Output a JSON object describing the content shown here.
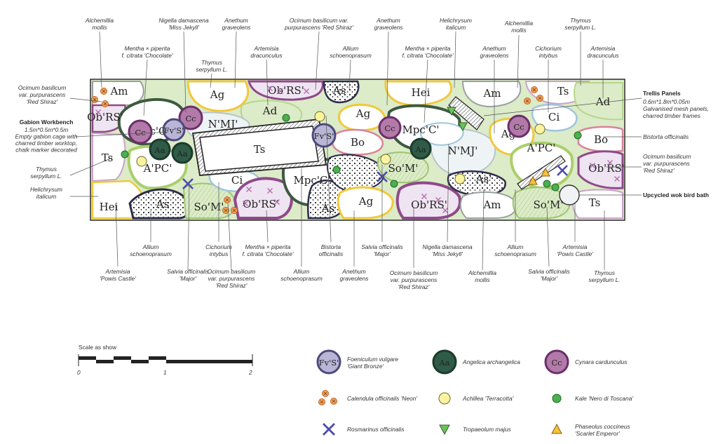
{
  "plan": {
    "beds": [
      {
        "code": "Am",
        "fill": "#ffffff",
        "stroke": "#9aa0a0"
      },
      {
        "code": "Ob'RS'",
        "fill": "#efe4f1",
        "stroke": "#8e4a8a"
      },
      {
        "code": "Mpc'C'",
        "fill": "#ffffff",
        "stroke": "#3d5a40"
      },
      {
        "code": "Cc",
        "fill": "#b27aa8",
        "stroke": "#6b2e6a"
      },
      {
        "code": "Ts",
        "fill": "#ffffff",
        "stroke": "#c9a3c8"
      },
      {
        "code": "Ag",
        "fill": "#ffffff",
        "stroke": "#f0c93a"
      },
      {
        "code": "N'MJ'",
        "fill": "#eef3f6",
        "stroke": "#b9c4ca"
      },
      {
        "code": "Fv'S'",
        "fill": "#b9b5d6",
        "stroke": "#4c4a7a"
      },
      {
        "code": "Aa",
        "fill": "#2f5c48",
        "stroke": "#1d3a2c"
      },
      {
        "code": "A'PC'",
        "fill": "#ffffff",
        "stroke": "#a9cf6a"
      },
      {
        "code": "Hei",
        "fill": "#ffffff",
        "stroke": "#f0c93a"
      },
      {
        "code": "As",
        "fill": "#ffffff",
        "stroke": "#2c2c4a"
      },
      {
        "code": "Ci",
        "fill": "#ffffff",
        "stroke": "#9fc6dc"
      },
      {
        "code": "So'M'",
        "fill": "#dcebc8",
        "stroke": "#9cc46e"
      },
      {
        "code": "Ad",
        "fill": "#dcebc8",
        "stroke": "#b7d68d"
      },
      {
        "code": "Bo",
        "fill": "#ffffff",
        "stroke": "#d9839a"
      }
    ],
    "bench_label": "Ts",
    "labels": {
      "top": [
        "Alchemillia\nmollis",
        "Nigella damascena\n'Miss Jekyll'",
        "Anethum\ngraveolens",
        "Ocimum basilicum var.\npurpurascens 'Red Shiraz'",
        "Anethum\ngraveolens",
        "Helichrysum\nitalicum",
        "Alchemillia\nmollis",
        "Thymus\nserpyllum L.",
        "Mentha × piperita\nf. citrata 'Chocolate'",
        "Thymus\nserpyllum L.",
        "Artemisia\ndracunculus",
        "Allium\nschoenoprasum",
        "Mentha × piperita\nf. citrata 'Chocolate'",
        "Anethum\ngraveolens",
        "Cichorium\nintybus",
        "Artemisia\ndracunculus"
      ],
      "left": [
        "Ocimum basilicum\nvar. purpurascens\n'Red Shiraz'",
        "Thymus\nserpyllum L.",
        "Helichrysum\nitalicum"
      ],
      "gabion_title": "Gabion Workbench",
      "gabion_desc": "1.5m*0.5m*0.5m\nEmpty gabion cage with\ncharred timber worktop,\nchalk marker decorated",
      "trellis_title": "Trellis Panels",
      "trellis_desc": "0.6m*1.8m*0.05m\nGalvanised mesh panels,\ncharred timber frames",
      "right": [
        "Bistorta officinalis",
        "Ocimum basilicum\nvar. purpurascens\n'Red Shiraz'"
      ],
      "wok": "Upcycled wok bird bath",
      "bottom": [
        "Artemisia\n'Powis Castle'",
        "Allium\nschoenoprasum",
        "Salvia officinalis\n'Major'",
        "Cichorium\nintybus",
        "Ocimum basilicum\nvar. purpurascens\n'Red Shiraz'",
        "Mentha × piperita\nf. citrata 'Chocolate'",
        "Allium\nschoenoprasum",
        "Bistorta\nofficinalis",
        "Anethum\ngraveolens",
        "Salvia officinalis\n'Major'",
        "Ocimum basilicum\nvar. purpurascens\n'Red Shiraz'",
        "Nigella damascena\n'Miss Jekyll'",
        "Alchemillia\nmollis",
        "Allium\nschoenoprasum",
        "Salvia officinalis\n'Major'",
        "Artemisia\n'Powis Castle'",
        "Thymus\nserpyllum L."
      ]
    }
  },
  "scale": {
    "title": "Scale as show",
    "ticks": [
      "0",
      "1",
      "2"
    ]
  },
  "legend": [
    {
      "symbol": "Fv'S'",
      "shape": "big-circle",
      "fill": "#b9b5d6",
      "stroke": "#4c4a7a",
      "label": "Foeniculum vulgare\n'Giant Bronze'"
    },
    {
      "symbol": "Aa",
      "shape": "big-circle",
      "fill": "#2f5c48",
      "stroke": "#1d3a2c",
      "label": "Angelica archangelica"
    },
    {
      "symbol": "Cc",
      "shape": "big-circle",
      "fill": "#b27aa8",
      "stroke": "#6b2e6a",
      "label": "Cynara cardunculus"
    },
    {
      "symbol": "",
      "shape": "orange-dots",
      "fill": "#f0a35a",
      "stroke": "#c2611c",
      "label": "Calendula officinalis 'Neon'"
    },
    {
      "symbol": "",
      "shape": "yellow-circle",
      "fill": "#fbf3a0",
      "stroke": "#6a6a2a",
      "label": "Achillea 'Terracotta'"
    },
    {
      "symbol": "",
      "shape": "green-dot",
      "fill": "#4caf50",
      "stroke": "#1f6b22",
      "label": "Kale 'Nero di Toscana'"
    },
    {
      "symbol": "",
      "shape": "cross",
      "fill": "#4c4ab0",
      "stroke": "#4c4ab0",
      "label": "Rosmarinus officinalis"
    },
    {
      "symbol": "",
      "shape": "tri-down",
      "fill": "#6cc25a",
      "stroke": "#2e5e2a",
      "label": "Tropaeolum majus"
    },
    {
      "symbol": "",
      "shape": "tri-up",
      "fill": "#f6c237",
      "stroke": "#8a5a1a",
      "label": "Phaseolus coccineus\n'Scarlet Emperor'"
    }
  ]
}
